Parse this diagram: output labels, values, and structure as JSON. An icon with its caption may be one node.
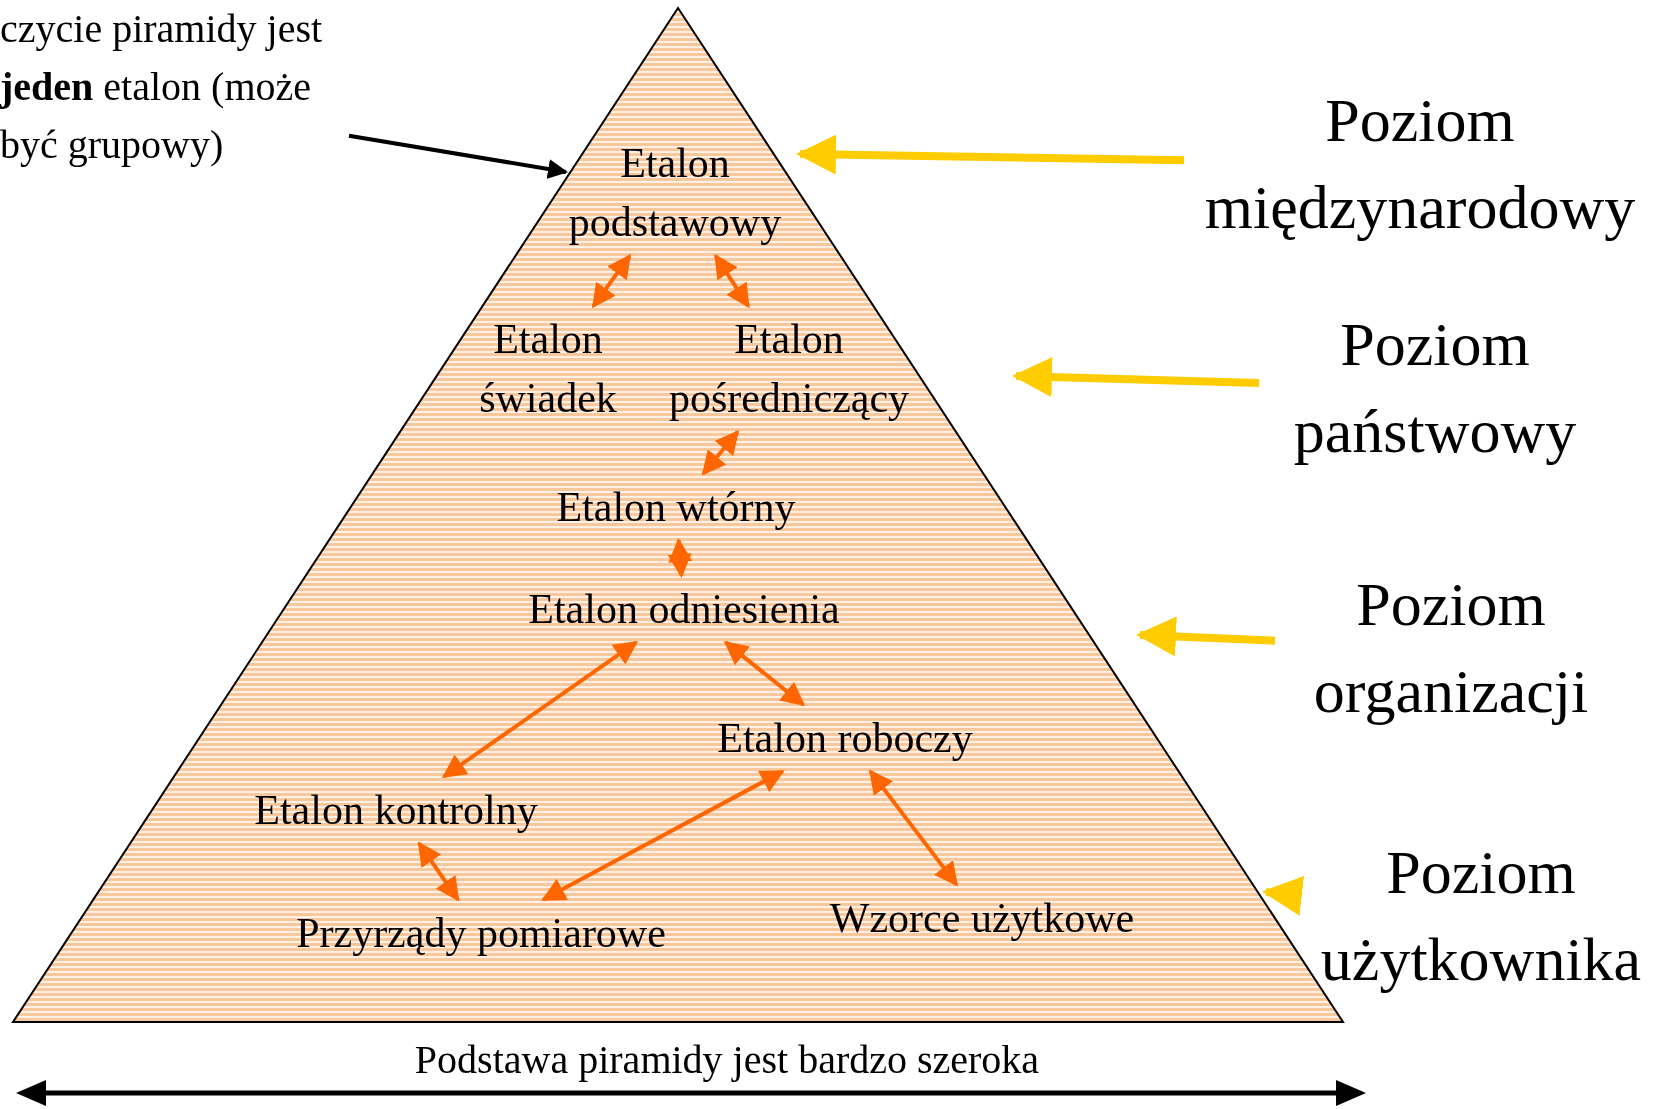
{
  "diagram": {
    "nodes": [
      {
        "text": [
          "czycie piramidy jest **jeden** etalon (może być grupowy)"
        ]
      },
      {
        "text": [],
        "shape": "triangle"
      },
      {
        "text": [
          "Etalon podstawowy"
        ],
        "in": 1
      },
      {
        "text": [
          "Etalon świadek"
        ],
        "in": 1
      },
      {
        "text": [
          "Etalon pośredniczący"
        ],
        "in": 1
      },
      {
        "text": [
          "Etalon wtórny"
        ],
        "in": 1
      },
      {
        "text": [
          "Etalon odniesienia"
        ],
        "in": 1
      },
      {
        "text": [
          "Etalon roboczy"
        ],
        "in": 1
      },
      {
        "text": [
          "Etalon kontrolny"
        ],
        "in": 1
      },
      {
        "text": [
          "Przyrządy pomiarowe"
        ],
        "in": 1
      },
      {
        "text": [
          "Wzorce użytkowe"
        ],
        "in": 1
      },
      {
        "text": [
          "Poziom międzynarodowy"
        ]
      },
      {
        "text": [
          "Poziom państwowy"
        ]
      },
      {
        "text": [
          "Poziom organizacji"
        ]
      },
      {
        "text": [
          "Poziom użytkownika"
        ]
      }
    ],
    "edges": [
      {
        "from": 0,
        "to": 1,
        "arrow": "to",
        "color": "#000000"
      },
      {
        "from": 2,
        "to": 3,
        "arrow": "both"
      },
      {
        "from": 2,
        "to": 4,
        "arrow": "both"
      },
      {
        "from": 4,
        "to": 5,
        "arrow": "both"
      },
      {
        "from": 5,
        "to": 6,
        "arrow": "both"
      },
      {
        "from": 6,
        "to": 8,
        "arrow": "both"
      },
      {
        "from": 6,
        "to": 7,
        "arrow": "both"
      },
      {
        "from": 7,
        "to": 9,
        "arrow": "both"
      },
      {
        "from": 7,
        "to": 10,
        "arrow": "both"
      },
      {
        "from": 8,
        "to": 9,
        "arrow": "both"
      },
      {
        "from": 11,
        "to": 1,
        "arrow": "to",
        "color": "#ffcc00",
        "style": "thick"
      },
      {
        "from": 12,
        "to": 1,
        "arrow": "to",
        "color": "#ffcc00",
        "style": "thick"
      },
      {
        "from": 13,
        "to": 1,
        "arrow": "to",
        "color": "#ffcc00",
        "style": "thick"
      },
      {
        "from": 14,
        "to": 1,
        "arrow": "to",
        "color": "#ffcc00",
        "style": "thick"
      }
    ],
    "labels": [
      "Podstawa piramidy jest bardzo szeroka"
    ]
  }
}
